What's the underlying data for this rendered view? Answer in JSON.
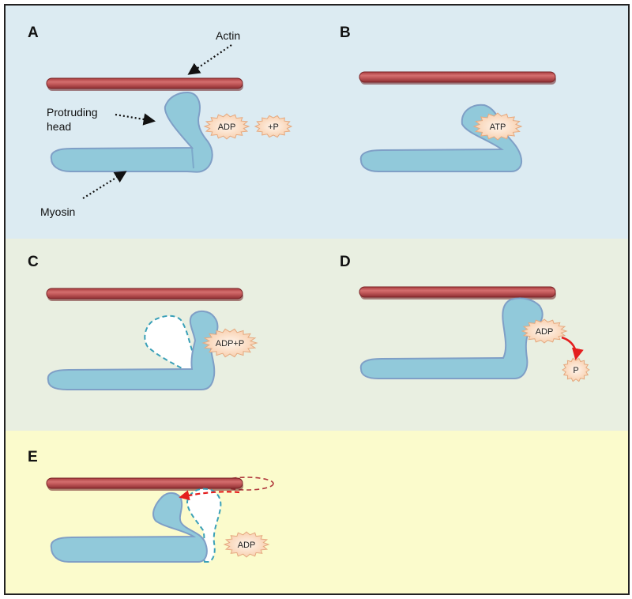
{
  "colors": {
    "band_top": "#dcebf2",
    "band_middle": "#e9efe1",
    "band_bottom": "#fbfbcc",
    "actin": "#b8474a",
    "myosin": "#91c9da",
    "myosin_edge": "#7f9fc6",
    "molecule_fill": "#fad6ba",
    "molecule_edge": "#e5a97f",
    "arrow_red": "#e41e1e",
    "ghost_outline": "#3aa0b8"
  },
  "panels": {
    "a": {
      "label": "A",
      "actin_label": "Actin",
      "head_label_line1": "Protruding",
      "head_label_line2": "head",
      "myosin_label": "Myosin",
      "molecule_1": "ADP",
      "molecule_2": "+P"
    },
    "b": {
      "label": "B",
      "molecule": "ATP"
    },
    "c": {
      "label": "C",
      "molecule": "ADP+P"
    },
    "d": {
      "label": "D",
      "molecule_1": "ADP",
      "molecule_2": "P"
    },
    "e": {
      "label": "E",
      "molecule": "ADP"
    }
  },
  "icons": [
    "dotted-arrow-icon",
    "curved-red-arrow-icon",
    "starburst-icon"
  ]
}
